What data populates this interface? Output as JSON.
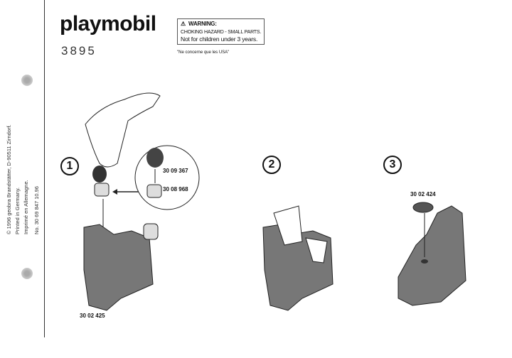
{
  "brand": {
    "logo": "playmobil",
    "set_number": "3895"
  },
  "warning": {
    "title": "WARNING:",
    "line1": "CHOKING HAZARD - SMALL PARTS.",
    "line2": "Not for children under 3 years.",
    "note": "\"Ne concerne que les USA\""
  },
  "imprint": {
    "copyright": "© 1996 geobra Brandstätter, D-90511 Zirndorf.",
    "printed": "Printed in Germany.",
    "imprime": "Imprimé en Allemagne.",
    "doc_no": "No. 30 69 847   10.96"
  },
  "steps": [
    {
      "number": "1",
      "parts": [
        "30 09 367",
        "30 08 968",
        "30 02 425"
      ]
    },
    {
      "number": "2"
    },
    {
      "number": "3",
      "parts": [
        "30 02 424"
      ]
    }
  ]
}
